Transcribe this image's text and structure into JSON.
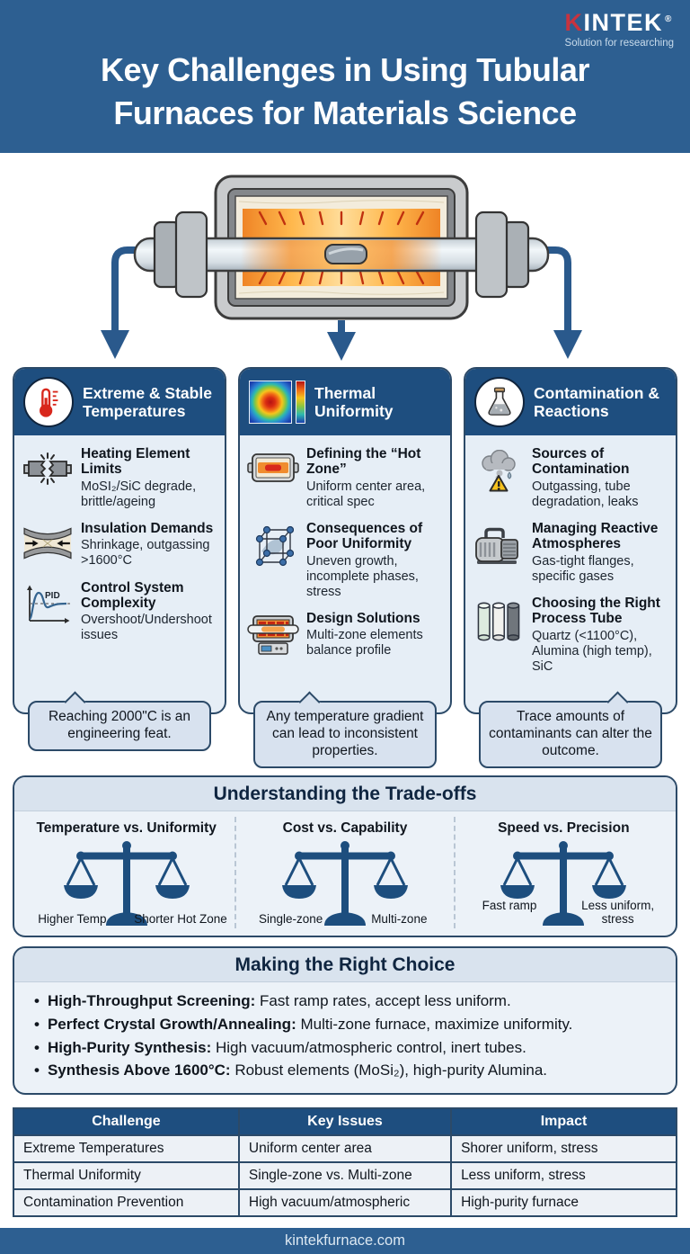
{
  "colors": {
    "banner_blue": "#2d5f91",
    "card_header_blue": "#1e4e7f",
    "navy_border": "#2c4a68",
    "body_light_blue": "#e6eef6",
    "callout_bg": "#d8e2ef",
    "panel_header_bg": "#d9e3ee",
    "accent_red": "#c8333f",
    "scale_navy": "#1d4e7e",
    "glow_orange": "#f0882c"
  },
  "brand": {
    "name_first": "K",
    "name_rest": "INTEK",
    "registered": "®",
    "tagline": "Solution for researching"
  },
  "header": {
    "title_line1": "Key Challenges in Using Tubular",
    "title_line2": "Furnaces for Materials Science"
  },
  "cards": [
    {
      "title": "Extreme & Stable Temperatures",
      "items": [
        {
          "heading": "Heating Element Limits",
          "desc": "MoSI₂/SiC degrade, brittle/ageing"
        },
        {
          "heading": "Insulation Demands",
          "desc": "Shrinkage, outgassing >1600°C"
        },
        {
          "heading": "Control System Complexity",
          "desc": "Overshoot/Undershoot issues",
          "icon_label": "PID"
        }
      ],
      "callout": "Reaching 2000\"C is an engineering feat."
    },
    {
      "title": "Thermal Uniformity",
      "items": [
        {
          "heading": "Defining the “Hot Zone”",
          "desc": "Uniform center area, critical spec"
        },
        {
          "heading": "Consequences of Poor Uniformity",
          "desc": "Uneven growth, incomplete phases, stress"
        },
        {
          "heading": "Design Solutions",
          "desc": "Multi-zone elements balance profile"
        }
      ],
      "callout": "Any temperature gradient can lead to inconsistent properties."
    },
    {
      "title": "Contamination & Reactions",
      "items": [
        {
          "heading": "Sources of Contamination",
          "desc": "Outgassing, tube degradation, leaks"
        },
        {
          "heading": "Managing Reactive Atmospheres",
          "desc": "Gas-tight flanges, specific gases"
        },
        {
          "heading": "Choosing the Right Process Tube",
          "desc": "Quartz (<1100°C), Alumina (high temp), SiC"
        }
      ],
      "callout": "Trace amounts of contaminants can alter the outcome."
    }
  ],
  "tradeoffs": {
    "title": "Understanding the Trade-offs",
    "columns": [
      {
        "title": "Temperature vs. Uniformity",
        "left": "Higher Temp",
        "right": "Shorter Hot Zone"
      },
      {
        "title": "Cost vs. Capability",
        "left": "Single-zone",
        "right": "Multi-zone"
      },
      {
        "title": "Speed vs. Precision",
        "left": "Fast ramp",
        "right": "Less uniform, stress"
      }
    ]
  },
  "choice": {
    "title": "Making the Right Choice",
    "bullets": [
      {
        "label": "High-Throughput Screening:",
        "text": " Fast ramp rates, accept less uniform."
      },
      {
        "label": "Perfect Crystal Growth/Annealing:",
        "text": " Multi-zone furnace, maximize uniformity."
      },
      {
        "label": "High-Purity Synthesis:",
        "text": " High vacuum/atmospheric control, inert tubes."
      },
      {
        "label": "Synthesis Above 1600°C:",
        "text": " Robust elements (MoSi₂), high-purity Alumina."
      }
    ]
  },
  "table": {
    "headers": [
      "Challenge",
      "Key Issues",
      "Impact"
    ],
    "rows": [
      [
        "Extreme Temperatures",
        "Uniform center area",
        "Shorer uniform, stress"
      ],
      [
        "Thermal Uniformity",
        "Single-zone vs. Multi-zone",
        "Less uniform, stress"
      ],
      [
        "Contamination Prevention",
        "High vacuum/atmospheric",
        "High-purity furnace"
      ]
    ]
  },
  "footer": {
    "url": "kintekfurnace.com"
  }
}
